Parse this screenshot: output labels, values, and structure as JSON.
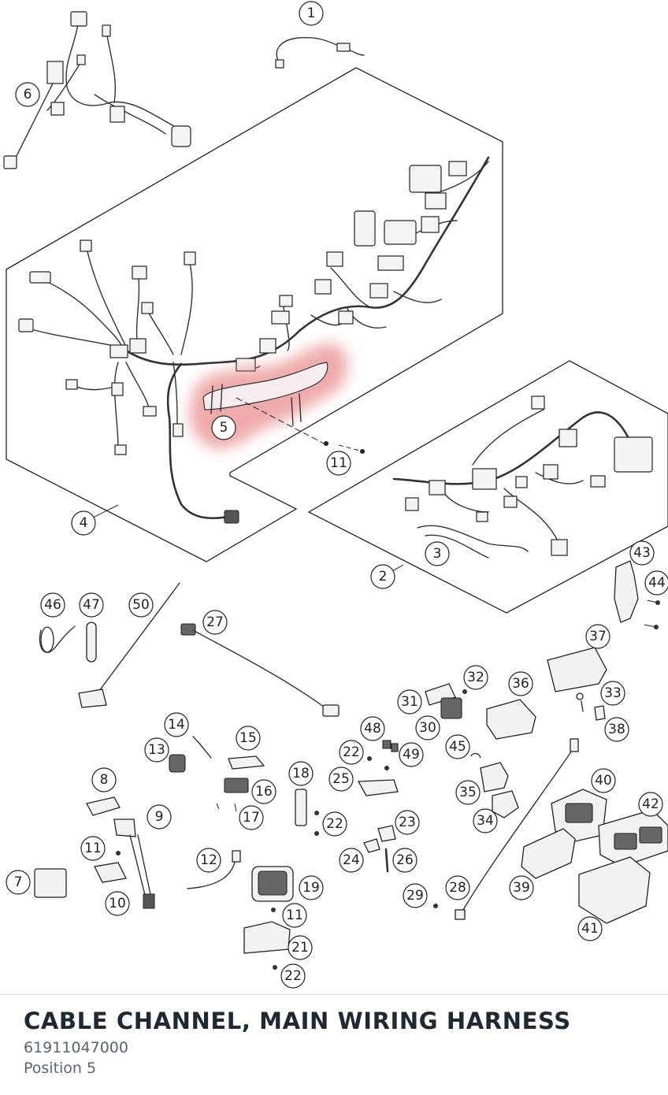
{
  "part": {
    "title": "CABLE CHANNEL, MAIN WIRING HARNESS",
    "part_number": "61911047000",
    "position_label": "Position 5"
  },
  "highlight_color": "#e57373",
  "callouts": {
    "c1": "1",
    "c2": "2",
    "c3": "3",
    "c4": "4",
    "c5": "5",
    "c6": "6",
    "c7": "7",
    "c8": "8",
    "c9": "9",
    "c10": "10",
    "c11a": "11",
    "c11b": "11",
    "c11c": "11",
    "c12": "12",
    "c13": "13",
    "c14": "14",
    "c15": "15",
    "c16": "16",
    "c17": "17",
    "c18": "18",
    "c19": "19",
    "c21": "21",
    "c22a": "22",
    "c22b": "22",
    "c22c": "22",
    "c23": "23",
    "c24": "24",
    "c25": "25",
    "c26": "26",
    "c27": "27",
    "c28": "28",
    "c29": "29",
    "c30": "30",
    "c31": "31",
    "c32": "32",
    "c33": "33",
    "c34": "34",
    "c35": "35",
    "c36": "36",
    "c37": "37",
    "c38": "38",
    "c39": "39",
    "c40": "40",
    "c41": "41",
    "c42": "42",
    "c43": "43",
    "c44": "44",
    "c45": "45",
    "c46": "46",
    "c47": "47",
    "c48": "48",
    "c49": "49",
    "c50": "50"
  }
}
